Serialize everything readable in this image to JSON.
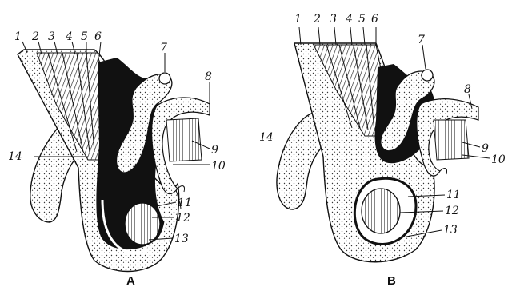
{
  "panels": [
    {
      "id": "A",
      "label": "A",
      "callouts": [
        "1",
        "2",
        "3",
        "4",
        "5",
        "6",
        "7",
        "8",
        "9",
        "10",
        "11",
        "12",
        "13",
        "14"
      ]
    },
    {
      "id": "B",
      "label": "B",
      "callouts": [
        "1",
        "2",
        "3",
        "4",
        "5",
        "6",
        "7",
        "8",
        "9",
        "10",
        "11",
        "12",
        "13",
        "14"
      ]
    }
  ]
}
